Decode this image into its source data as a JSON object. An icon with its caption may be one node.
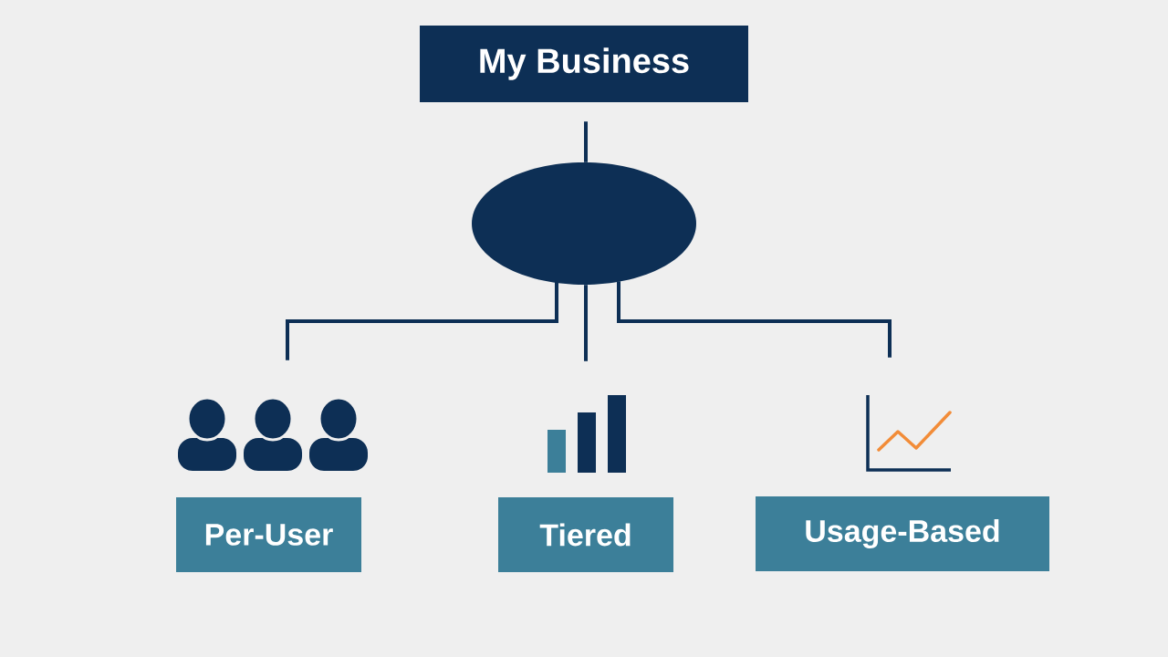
{
  "diagram": {
    "nodes": [
      {
        "text": [
          "My Business"
        ]
      },
      {
        "text": [],
        "shape": "ellipse"
      },
      {
        "text": [],
        "shape": "person"
      },
      {
        "text": [],
        "shape": "bar"
      },
      {
        "text": [],
        "shape": "chart"
      },
      {
        "text": [
          "Per-User"
        ]
      },
      {
        "text": [
          "Tiered"
        ]
      },
      {
        "text": [
          "Usage-Based"
        ]
      }
    ],
    "edges": [
      {
        "from": 0,
        "to": 1,
        "arrow": "none"
      },
      {
        "from": 1,
        "to": 2,
        "arrow": "none"
      },
      {
        "from": 1,
        "to": 3,
        "arrow": "none"
      },
      {
        "from": 1,
        "to": 4,
        "arrow": "none"
      }
    ]
  }
}
